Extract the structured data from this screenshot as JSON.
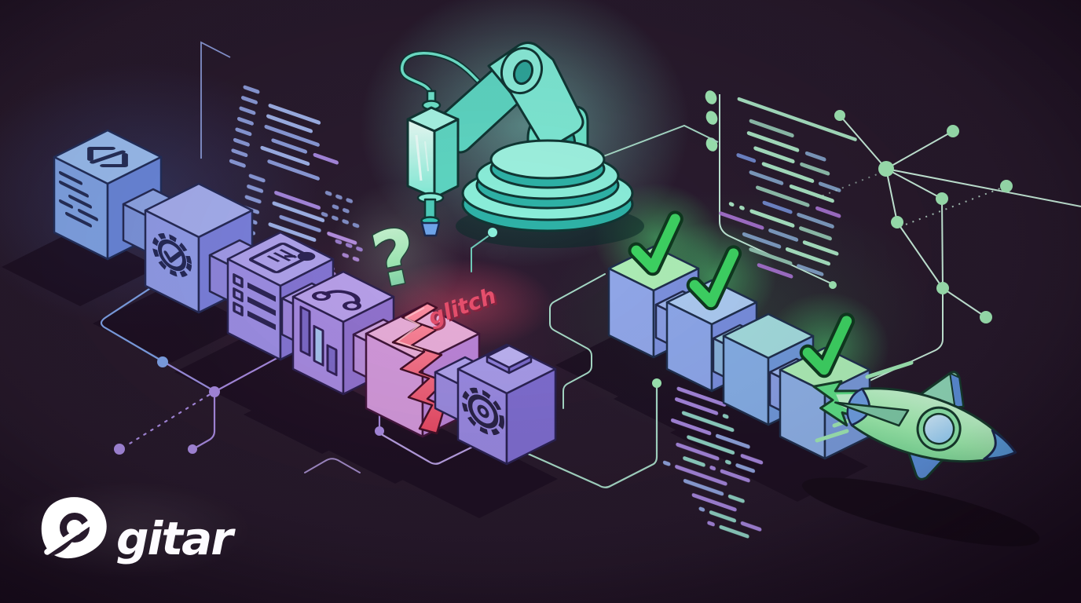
{
  "meta": {
    "type": "hero-illustration",
    "theme": "dark",
    "description": "Isometric developer-pipeline illustration: code blocks hit a glitch, a robot arm repairs the pipeline, checks turn green and a rocket takes off.",
    "background_color": "#281A2C"
  },
  "brand": {
    "name": "gitar",
    "logo_icon": "guitar-pick-g-icon",
    "logo_color": "#FFFFFF"
  },
  "labels": {
    "glitch": "glitch",
    "question_mark": "?"
  },
  "palette": {
    "background": "#281A2C",
    "vignette": "#170A1A",
    "cube_blue": "#82A6E8",
    "cube_violet": "#9F90E6",
    "cube_purple": "#A88CE2",
    "cube_pink": "#D49ADC",
    "crack_red": "#F2687E",
    "robot_teal": "#7FEBD6",
    "check_green": "#3ED463",
    "node_green": "#9FE8B4",
    "trace_blue": "#7FA3E8",
    "trace_purple": "#A88BE0",
    "trace_teal": "#A8DCC8",
    "code_blue": "#8B9BD8",
    "code_periwinkle": "#9FB2E8",
    "code_purple": "#A687DD",
    "code_mint": "#A8E3C2",
    "code_slate": "#7E9CC0",
    "glitch_pink": "#E8506E",
    "rocket_mint": "#9FEFAF",
    "rocket_blue": "#5B9FE0",
    "logo_white": "#FFFFFF"
  },
  "pipeline_left": {
    "cubes": [
      {
        "id": 1,
        "color": "blue",
        "icon": "code-brackets"
      },
      {
        "id": 2,
        "color": "blue-violet",
        "icon": "gear-check"
      },
      {
        "id": 3,
        "color": "violet",
        "icon": "document-scan, checklist"
      },
      {
        "id": 4,
        "color": "purple",
        "icon": "link, bar-chart"
      },
      {
        "id": 5,
        "color": "pink",
        "state": "cracked",
        "label": "glitch"
      },
      {
        "id": 6,
        "color": "violet-blue",
        "icon": "gear, button-plate"
      }
    ]
  },
  "pipeline_right": {
    "cubes": [
      {
        "id": 1,
        "top": "mint",
        "checked": true
      },
      {
        "id": 2,
        "top": "blue",
        "checked": true
      },
      {
        "id": 3,
        "top": "teal",
        "checked": false
      },
      {
        "id": 4,
        "top": "mint",
        "checked": true
      }
    ]
  },
  "figures": {
    "robot_arm": "glowing teal robot arm with drill",
    "rocket": "mint rocket with blue nose, flame and speed lines",
    "question_mark": "mint-to-pink question mark above the cracked cube",
    "decorations": "code dash blocks, circuit traces, green node constellation"
  }
}
